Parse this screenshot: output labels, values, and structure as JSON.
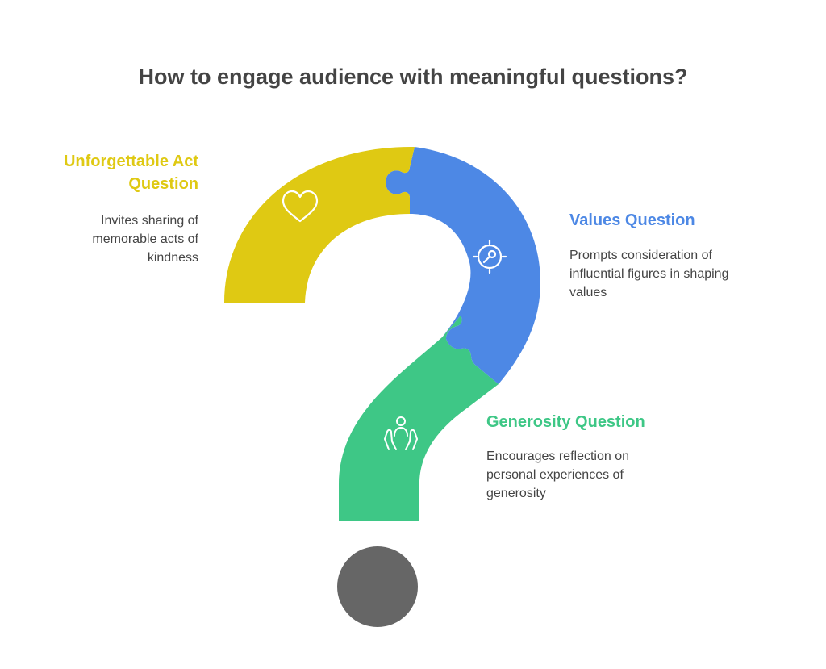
{
  "title": "How to engage audience with meaningful questions?",
  "colors": {
    "unforgettable": "#dfc913",
    "values": "#4d88e5",
    "generosity": "#3ec786",
    "dot": "#666666",
    "text": "#444444"
  },
  "sections": [
    {
      "id": "unforgettable",
      "heading_line1": "Unforgettable Act",
      "heading_line2": "Question",
      "description_line1": "Invites sharing of",
      "description_line2": "memorable acts of",
      "description_line3": "kindness",
      "icon": "heart-icon"
    },
    {
      "id": "values",
      "heading": "Values Question",
      "description_line1": "Prompts consideration of",
      "description_line2": "influential figures in shaping",
      "description_line3": "values",
      "icon": "target-compass-icon"
    },
    {
      "id": "generosity",
      "heading": "Generosity Question",
      "description_line1": "Encourages reflection on",
      "description_line2": "personal experiences of",
      "description_line3": "generosity",
      "icon": "helping-hands-icon"
    }
  ]
}
